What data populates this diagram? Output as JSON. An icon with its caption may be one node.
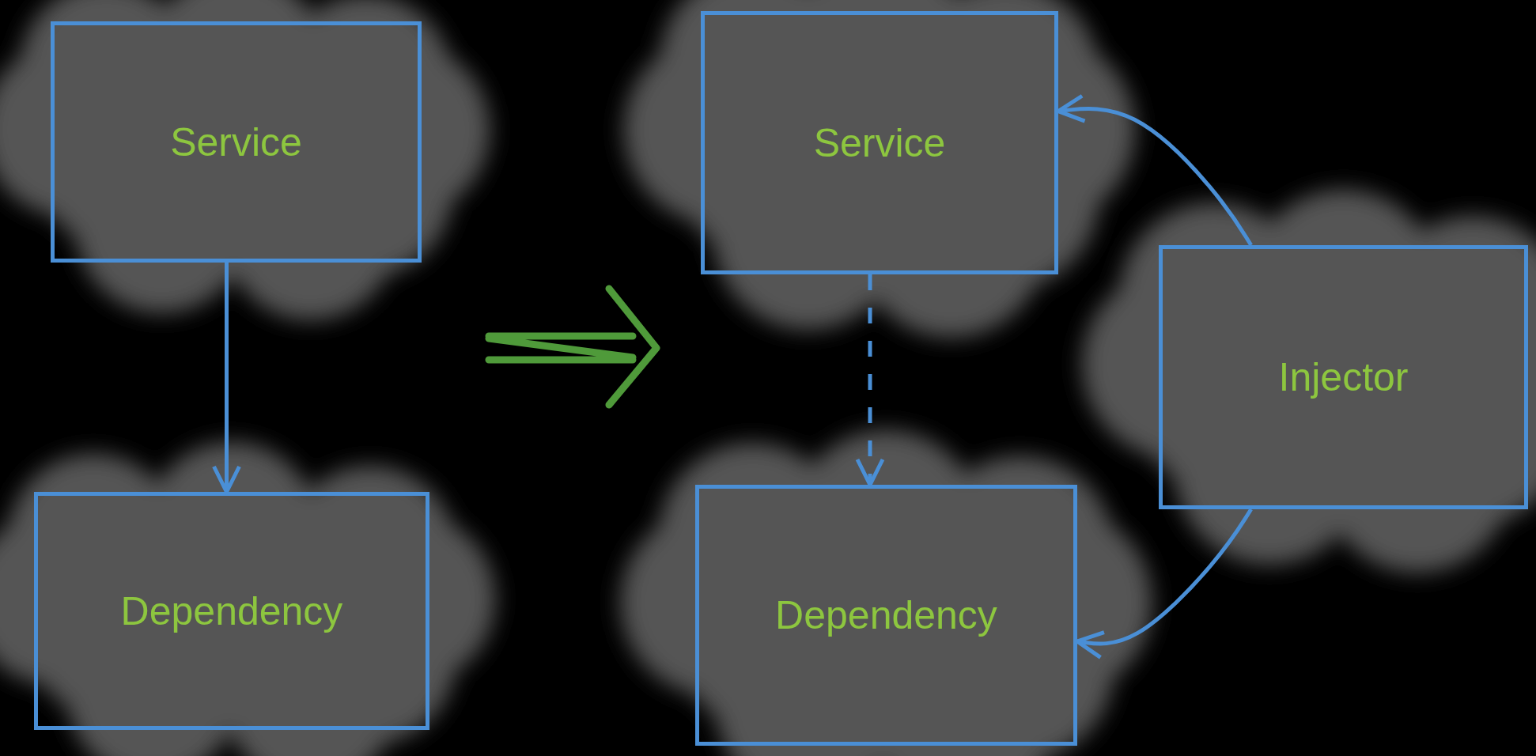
{
  "diagram": {
    "nodes": [
      {
        "text": [
          "Service"
        ]
      },
      {
        "text": [
          "Dependency"
        ]
      },
      {
        "text": [
          "Service"
        ]
      },
      {
        "text": [
          "Dependency"
        ]
      },
      {
        "text": [
          "Injector"
        ]
      }
    ],
    "edges": [
      {
        "from": 0,
        "to": 1,
        "arrow": "to"
      },
      {
        "from": 2,
        "to": 3,
        "arrow": "to",
        "style": "dashed"
      },
      {
        "from": 4,
        "to": 2,
        "arrow": "to"
      },
      {
        "from": 4,
        "to": 3,
        "arrow": "to"
      }
    ]
  }
}
